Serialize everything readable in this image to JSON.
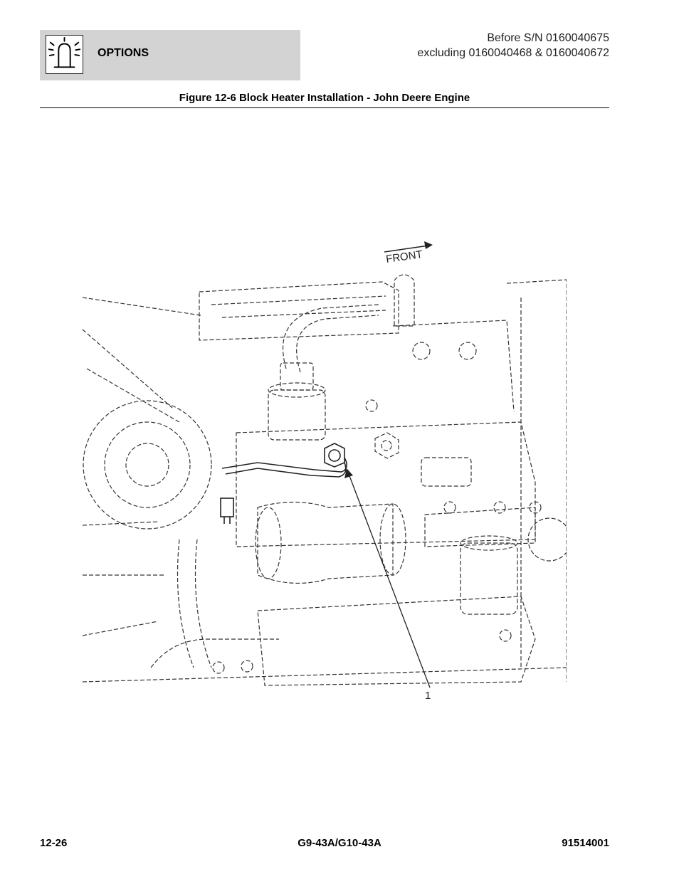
{
  "header": {
    "section_title": "OPTIONS",
    "section_icon": "beacon-light-icon",
    "serial_line1": "Before S/N 0160040675",
    "serial_line2": "excluding 0160040468 & 0160040672"
  },
  "figure": {
    "caption": "Figure 12-6 Block Heater Installation - John Deere Engine",
    "direction_label": "FRONT",
    "callout_number": "1"
  },
  "footer": {
    "page_number": "12-26",
    "model": "G9-43A/G10-43A",
    "doc_number": "91514001"
  }
}
